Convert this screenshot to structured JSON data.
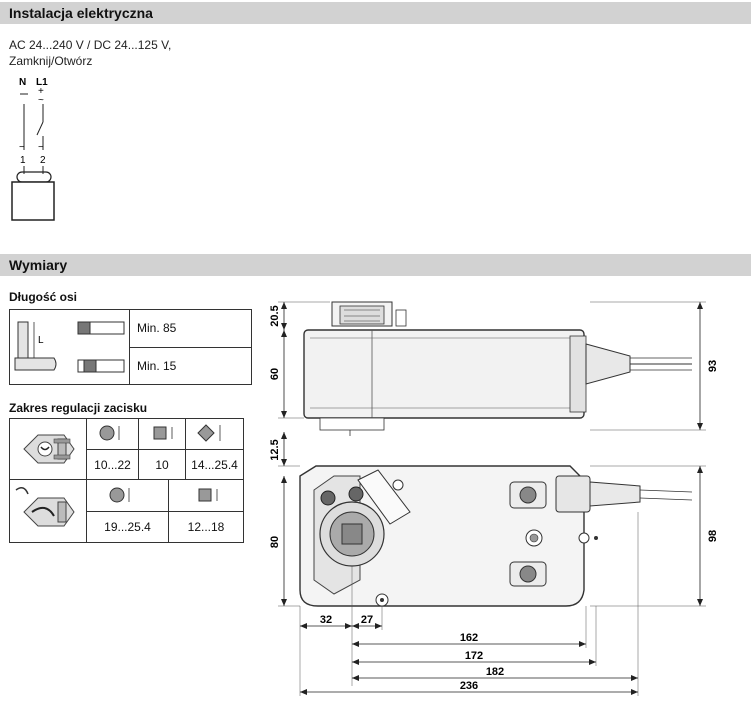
{
  "sections": {
    "electrical": {
      "title": "Instalacja elektryczna",
      "supply_line": "AC 24...240 V / DC 24...125 V,",
      "mode_line": "Zamknij/Otwórz",
      "wiring": {
        "n_label": "N",
        "l1_label": "L1",
        "plus_label": "+",
        "tilde_label": "~",
        "terminal_1": "1",
        "terminal_2": "2",
        "terminal_1_mark": "−",
        "terminal_2_mark": "−"
      }
    },
    "dimensions": {
      "title": "Wymiary",
      "shaft_length": {
        "title": "Długość osi",
        "inner_label": "L",
        "rows": [
          {
            "value": "Min. 85"
          },
          {
            "value": "Min. 15"
          }
        ]
      },
      "clamp_range": {
        "title": "Zakres regulacji zacisku",
        "top": [
          {
            "icon": "round-shaft-icon",
            "value": "10...22"
          },
          {
            "icon": "square-shaft-icon",
            "value": "10"
          },
          {
            "icon": "diamond-shaft-icon",
            "value": "14...25.4"
          }
        ],
        "bottom": [
          {
            "icon": "round-shaft-icon",
            "value": "19...25.4"
          },
          {
            "icon": "square-shaft-icon",
            "value": "12...18"
          }
        ]
      },
      "drawing": {
        "left_dims": [
          "20.5",
          "60",
          "12.5",
          "80"
        ],
        "right_dims": [
          "93",
          "98"
        ],
        "bottom_dims": [
          "32",
          "27",
          "162",
          "172",
          "182",
          "236"
        ]
      }
    }
  }
}
